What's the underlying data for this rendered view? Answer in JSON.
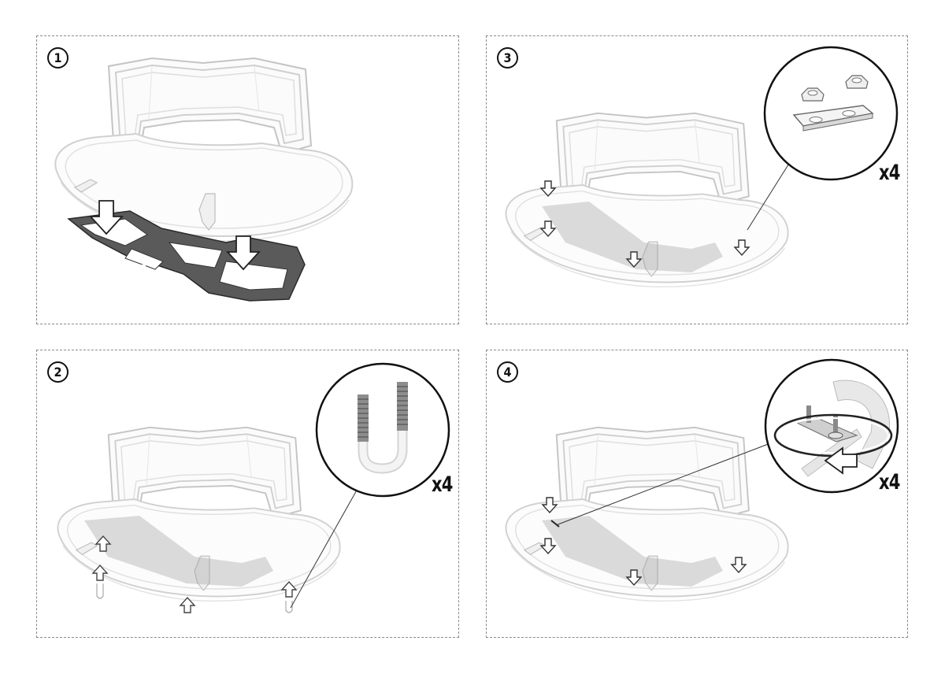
{
  "steps": [
    {
      "number": "1"
    },
    {
      "number": "3",
      "multiplier": "x4"
    },
    {
      "number": "2",
      "multiplier": "x4"
    },
    {
      "number": "4",
      "multiplier": "x4"
    }
  ]
}
